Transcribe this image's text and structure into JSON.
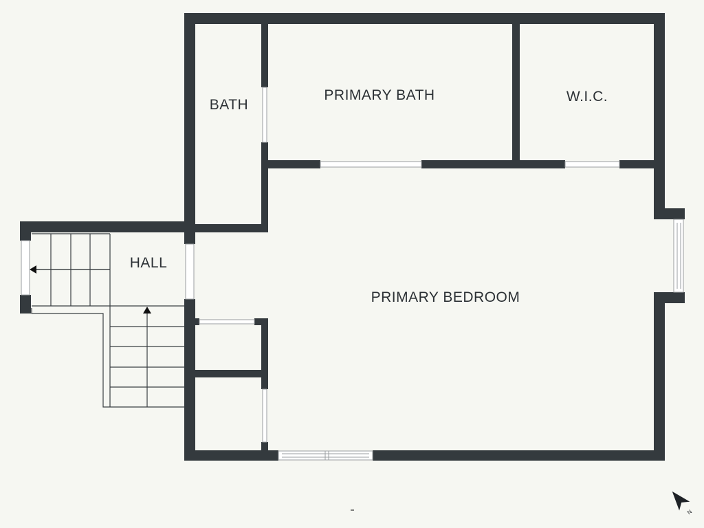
{
  "rooms": {
    "bath": "BATH",
    "primary_bath": "PRIMARY BATH",
    "wic": "W.I.C.",
    "hall": "HALL",
    "primary_bedroom": "PRIMARY BEDROOM"
  },
  "compass": {
    "north_label": "N"
  },
  "colors": {
    "background": "#f6f7f2",
    "wall": "#343a3e",
    "floor": "#f6f7f2",
    "stair_line": "#3a3f42"
  }
}
